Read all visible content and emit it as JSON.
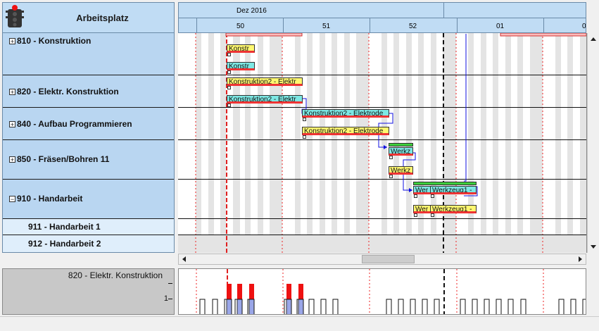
{
  "header": {
    "title": "Arbeitsplatz",
    "month": "Dez 2016",
    "weeks": [
      "50",
      "51",
      "52",
      "01",
      "0"
    ]
  },
  "rows": [
    {
      "label": "810 - Konstruktion",
      "expander": "+"
    },
    {
      "label": "820 - Elektr. Konstruktion",
      "expander": "+"
    },
    {
      "label": "840 - Aufbau Programmieren",
      "expander": "+"
    },
    {
      "label": "850 - Fräsen/Bohren 11",
      "expander": "+"
    },
    {
      "label": "910 - Handarbeit",
      "expander": "−"
    },
    {
      "label": "911 - Handarbeit 1"
    },
    {
      "label": "912 - Handarbeit 2"
    }
  ],
  "tasks": [
    {
      "label": "Konstr",
      "color": "yellow"
    },
    {
      "label": "Konstr",
      "color": "cyan"
    },
    {
      "label": "Konstruktion2 - Elektr",
      "color": "yellow"
    },
    {
      "label": "Konstruktion2 - Elektr",
      "color": "cyan"
    },
    {
      "label": "Konstruktion2 - Elektrode",
      "color": "cyan"
    },
    {
      "label": "Konstruktion2 - Elektrode",
      "color": "yellow"
    },
    {
      "label": "Werkz",
      "color": "cyan"
    },
    {
      "label": "Werkz",
      "color": "yellow"
    },
    {
      "label": "Wer",
      "color": "cyan"
    },
    {
      "label": "Werkzeug1 -",
      "color": "cyan"
    },
    {
      "label": "Wer",
      "color": "yellow"
    },
    {
      "label": "Werkzeug1 -",
      "color": "yellow"
    }
  ],
  "load": {
    "title": "820 - Elektr. Konstruktion",
    "tick": "1"
  },
  "colors": {
    "header_bg": "#c0dcf4",
    "row_bg": "#b9d6f1",
    "task_yellow": "#fff870",
    "task_cyan": "#7de8e4",
    "link": "#1010e0",
    "today_marker": "#e02020"
  },
  "icons": {
    "traffic_light": "traffic-light-icon",
    "expand": "plus-box-icon",
    "collapse": "minus-box-icon"
  }
}
